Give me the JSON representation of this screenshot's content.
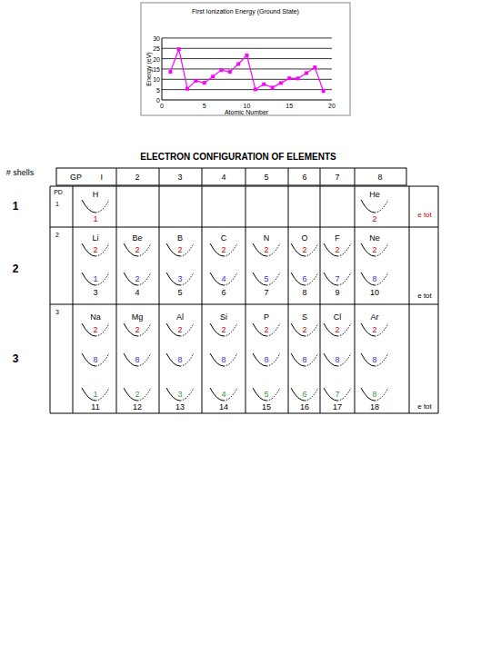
{
  "diagram": {
    "title": "ELECTRON CONFIGURATION OF ELEMENTS",
    "labels": [
      "First Ionization Energy (Ground State)",
      "30",
      "25",
      "20",
      "15",
      "10",
      "5",
      "0",
      "Energy (eV)",
      "0",
      "5",
      "10",
      "15",
      "20",
      "Atomic Number",
      "GP I",
      "2",
      "3",
      "4",
      "5",
      "6",
      "7",
      "8",
      "# shells",
      "PD",
      "1",
      "2",
      "3",
      "1",
      "2",
      "3",
      "e tot",
      "e tot",
      "e tot",
      "H",
      "1",
      "He",
      "2",
      "Li",
      "2",
      "1",
      "3",
      "Be",
      "2",
      "2",
      "4",
      "B",
      "2",
      "3",
      "5",
      "C",
      "2",
      "4",
      "6",
      "N",
      "2",
      "5",
      "7",
      "O",
      "2",
      "6",
      "8",
      "F",
      "2",
      "7",
      "9",
      "Ne",
      "2",
      "8",
      "10",
      "Na",
      "2",
      "8",
      "1",
      "11",
      "Mg",
      "2",
      "8",
      "2",
      "12",
      "Al",
      "2",
      "8",
      "3",
      "13",
      "Si",
      "2",
      "8",
      "4",
      "14",
      "P",
      "2",
      "8",
      "5",
      "15",
      "S",
      "2",
      "8",
      "6",
      "16",
      "Cl",
      "2",
      "8",
      "7",
      "17",
      "Ar",
      "2",
      "8",
      "8",
      "18"
    ]
  }
}
